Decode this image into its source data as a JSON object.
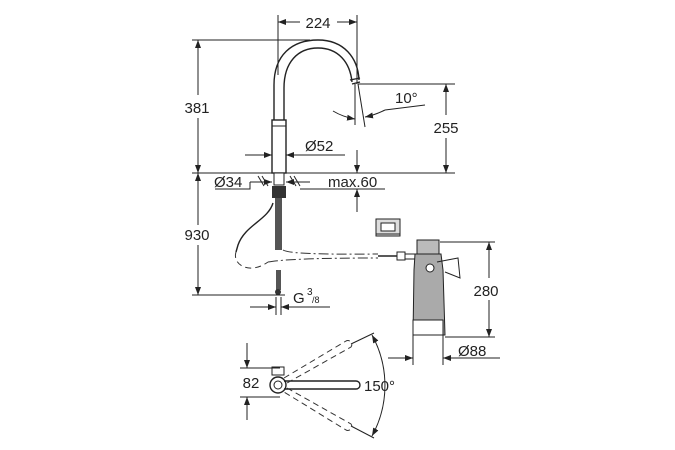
{
  "drawing": {
    "dimensions": {
      "spout_reach": "224",
      "height_total": "381",
      "spout_angle": "10°",
      "spout_height": "255",
      "body_diameter": "Ø52",
      "hole_diameter": "Ø34",
      "max_thickness": "max.60",
      "hose_length": "930",
      "connection": "G",
      "connection_sup": "3",
      "connection_sub": "/8",
      "filter_height": "280",
      "filter_diameter": "Ø88",
      "handle_offset": "82",
      "swivel_angle": "150°"
    },
    "colors": {
      "line": "#222222",
      "background": "#ffffff"
    }
  }
}
